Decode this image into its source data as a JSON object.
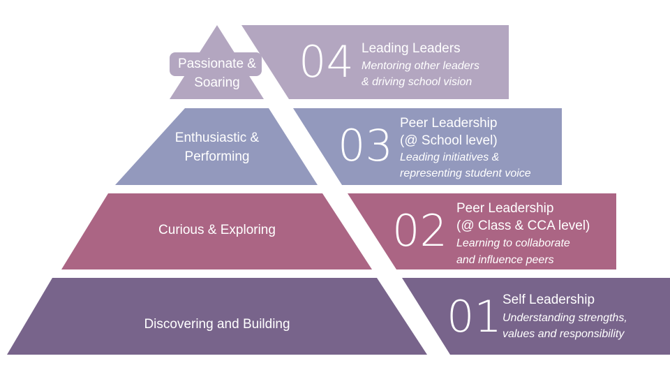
{
  "colors": {
    "tier4": "#b3a6c0",
    "tier3": "#9399bd",
    "tier2": "#ab6584",
    "tier1": "#78648b"
  },
  "tiers": [
    {
      "stage_lines": [
        "Passionate &",
        "Soaring"
      ],
      "number": "04",
      "title_lines": [
        "Leading Leaders"
      ],
      "desc_lines": [
        "Mentoring other leaders",
        "& driving school vision"
      ]
    },
    {
      "stage_lines": [
        "Enthusiastic &",
        "Performing"
      ],
      "number": "03",
      "title_lines": [
        "Peer Leadership",
        "(@ School level)"
      ],
      "desc_lines": [
        "Leading initiatives &",
        "representing student voice"
      ]
    },
    {
      "stage_lines": [
        "Curious & Exploring"
      ],
      "number": "02",
      "title_lines": [
        "Peer Leadership",
        "(@ Class & CCA level)"
      ],
      "desc_lines": [
        "Learning to collaborate",
        "and influence peers"
      ]
    },
    {
      "stage_lines": [
        "Discovering and Building"
      ],
      "number": "01",
      "title_lines": [
        "Self Leadership"
      ],
      "desc_lines": [
        "Understanding strengths,",
        "values and responsibility"
      ]
    }
  ]
}
